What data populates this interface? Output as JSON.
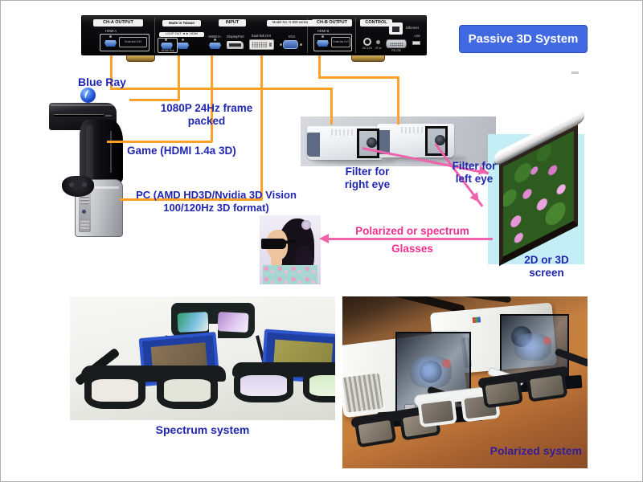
{
  "title_badge": {
    "label": "Passive 3D System",
    "bg": "#4169e1"
  },
  "processor": {
    "section_ch_a": "CH-A OUTPUT",
    "section_made_in": "Made in Taiwan",
    "section_input": "INPUT",
    "section_model": "Model No: G-500 series",
    "section_ch_b": "CH-B OUTPUT",
    "section_control": "CONTROL",
    "port_hdmi_a": "HDMI A",
    "port_dvi_a": "Dual-link DVI",
    "port_loop": "LOOP OUT ◄ ► HDMI",
    "port_hdmi_out": "HDMI Out",
    "port_hdmi_in": "HDMI In",
    "port_displayport": "DisplayPort",
    "port_dual_dvi": "Dual-link DVI",
    "port_vga": "VGA",
    "port_hdmi_b": "HDMI B",
    "port_dvi_b": "Dual-link DVI",
    "port_dc": "DC 12V",
    "port_ir": "IR In",
    "port_ethernet": "Ethernet",
    "port_rs232": "RS-232",
    "port_usb": "USB"
  },
  "sources": {
    "bluray_label": "Blue Ray",
    "bluray_note": "1080P 24Hz frame\npacked",
    "game_label": "Game (HDMI 1.4a 3D)",
    "pc_label": "PC (AMD HD3D/Nvidia 3D Vision\n100/120Hz 3D format)"
  },
  "projection": {
    "filter_right": "Filter for\nright eye",
    "filter_left": "Filter for\nleft eye",
    "screen_label": "2D or 3D\nscreen",
    "glasses_label_line1": "Polarized or spectrum",
    "glasses_label_line2": "Glasses"
  },
  "captions": {
    "spectrum": "Spectrum system",
    "polarized": "Polarized system"
  },
  "colors": {
    "accent_blue": "#4169e1",
    "label_blue": "#2026b0",
    "pink": "#ee63ab",
    "magenta_text": "#ee2f8f",
    "orange": "#ffa028"
  }
}
